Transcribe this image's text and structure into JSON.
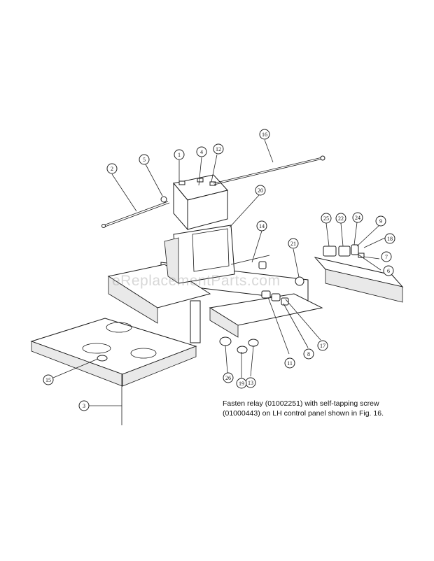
{
  "watermark": "eReplacementParts.com",
  "note": {
    "line1": "Fasten relay (01002251) with self-tapping screw",
    "line2": "(01000443) on LH control panel shown in Fig. 16."
  },
  "callouts": {
    "c1": "1",
    "c2": "2",
    "c3": "3",
    "c4": "4",
    "c5": "5",
    "c6": "6",
    "c7": "7",
    "c8": "8",
    "c9": "9",
    "c11": "11",
    "c12": "12",
    "c13": "13",
    "c14": "14",
    "c15": "15",
    "c16": "16",
    "c17": "17",
    "c18": "18",
    "c19": "19",
    "c20": "20",
    "c21": "21",
    "c22": "22",
    "c24": "24",
    "c25": "25",
    "c26": "26"
  }
}
